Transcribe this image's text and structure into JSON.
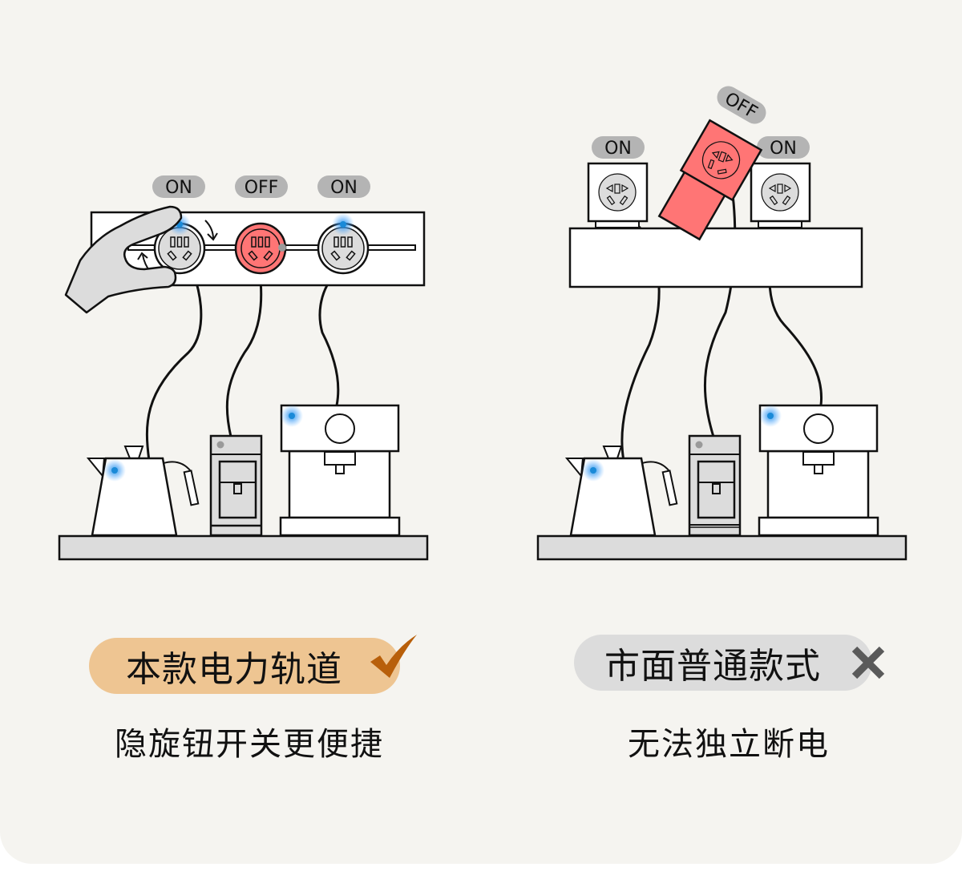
{
  "colors": {
    "background": "#f5f4f0",
    "off_red": "#ff7575",
    "label_pill_gray": "#b4b4b4",
    "device_gray": "#dcdcdc",
    "indicator_blue": "#1a8ad8",
    "good_badge": "#eec592",
    "check_mark": "#b85f0a",
    "bad_badge": "#dcdcdc",
    "cross_mark": "#5a5a5a"
  },
  "left_panel": {
    "status_labels": [
      "ON",
      "OFF",
      "ON"
    ],
    "badge": {
      "text": "本款电力轨道",
      "icon": "check-icon"
    },
    "caption": "隐旋钮开关更便捷"
  },
  "right_panel": {
    "status_labels": [
      "ON",
      "OFF",
      "ON"
    ],
    "badge": {
      "text": "市面普通款式",
      "icon": "cross-icon"
    },
    "caption": "无法独立断电"
  }
}
